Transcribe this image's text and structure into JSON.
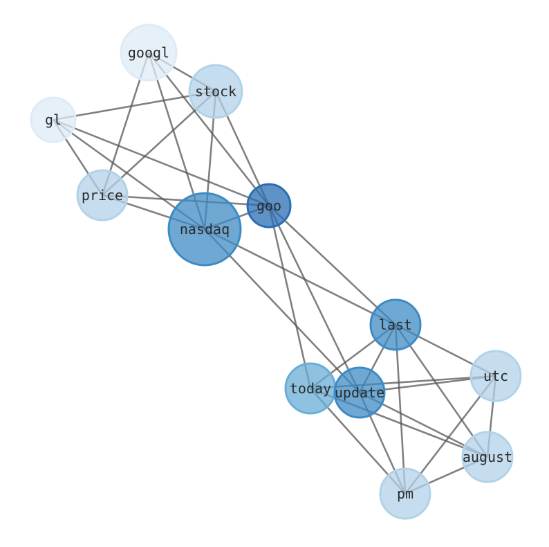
{
  "chart_data": {
    "type": "network",
    "nodes": [
      {
        "id": "googl",
        "label": "googl",
        "color": "#deebf7",
        "size": 2
      },
      {
        "id": "stock",
        "label": "stock",
        "color": "#b2d2e8",
        "size": 2
      },
      {
        "id": "gl",
        "label": "gl",
        "color": "#deebf7",
        "size": 1
      },
      {
        "id": "price",
        "label": "price",
        "color": "#b2d2e8",
        "size": 2
      },
      {
        "id": "goo",
        "label": "goo",
        "color": "#2a6db3",
        "size": 1
      },
      {
        "id": "nasdaq",
        "label": "nasdaq",
        "color": "#3d8bc4",
        "size": 5
      },
      {
        "id": "last",
        "label": "last",
        "color": "#3d8bc4",
        "size": 2
      },
      {
        "id": "today",
        "label": "today",
        "color": "#6aaed6",
        "size": 2
      },
      {
        "id": "update",
        "label": "update",
        "color": "#3d8bc4",
        "size": 2
      },
      {
        "id": "utc",
        "label": "utc",
        "color": "#b2d2e8",
        "size": 2
      },
      {
        "id": "august",
        "label": "august",
        "color": "#b2d2e8",
        "size": 2
      },
      {
        "id": "pm",
        "label": "pm",
        "color": "#b2d2e8",
        "size": 2
      }
    ],
    "edges": [
      [
        "googl",
        "stock"
      ],
      [
        "googl",
        "price"
      ],
      [
        "googl",
        "nasdaq"
      ],
      [
        "googl",
        "goo"
      ],
      [
        "stock",
        "gl"
      ],
      [
        "stock",
        "price"
      ],
      [
        "stock",
        "nasdaq"
      ],
      [
        "stock",
        "goo"
      ],
      [
        "gl",
        "price"
      ],
      [
        "gl",
        "nasdaq"
      ],
      [
        "gl",
        "goo"
      ],
      [
        "price",
        "goo"
      ],
      [
        "price",
        "nasdaq"
      ],
      [
        "nasdaq",
        "goo"
      ],
      [
        "nasdaq",
        "last"
      ],
      [
        "nasdaq",
        "update"
      ],
      [
        "goo",
        "today"
      ],
      [
        "goo",
        "update"
      ],
      [
        "goo",
        "last"
      ],
      [
        "last",
        "today"
      ],
      [
        "last",
        "update"
      ],
      [
        "last",
        "utc"
      ],
      [
        "last",
        "pm"
      ],
      [
        "last",
        "august"
      ],
      [
        "today",
        "utc"
      ],
      [
        "update",
        "utc"
      ],
      [
        "today",
        "august"
      ],
      [
        "update",
        "august"
      ],
      [
        "today",
        "pm"
      ],
      [
        "update",
        "pm"
      ],
      [
        "utc",
        "pm"
      ],
      [
        "utc",
        "august"
      ],
      [
        "august",
        "pm"
      ]
    ]
  }
}
